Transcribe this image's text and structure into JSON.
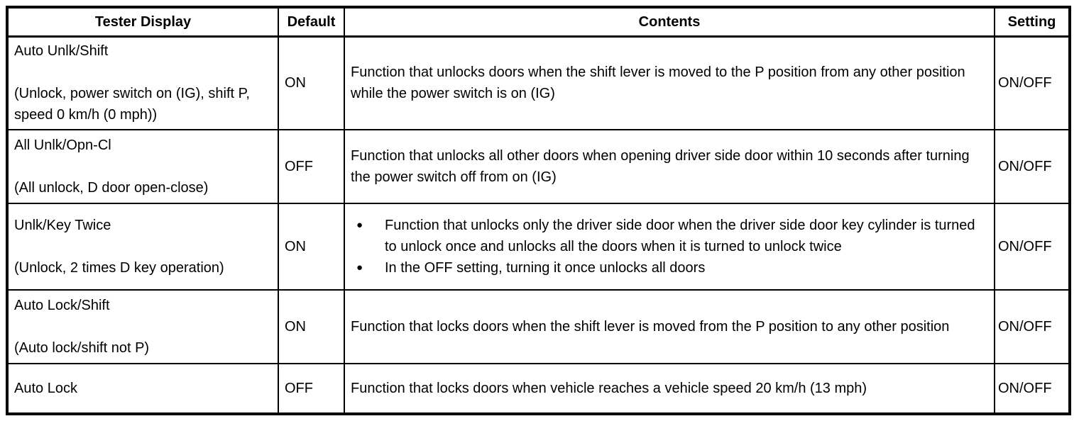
{
  "icons": {
    "bullet_glyph": "●"
  },
  "table": {
    "headers": [
      "Tester Display",
      "Default",
      "Contents",
      "Setting"
    ],
    "rows": [
      {
        "display": "Auto Unlk/Shift",
        "display_note": "(Unlock, power switch on (IG), shift P, speed 0 km/h (0 mph))",
        "default": "ON",
        "contents": "Function that unlocks doors when the shift lever is moved to the P position from any other position while the power switch is on (IG)",
        "setting": "ON/OFF"
      },
      {
        "display": "All Unlk/Opn-Cl",
        "display_note": "(All unlock, D door open-close)",
        "default": "OFF",
        "contents": "Function that unlocks all other doors when opening driver side door within 10 seconds after turning the power switch off from on (IG)",
        "setting": "ON/OFF"
      },
      {
        "display": "Unlk/Key Twice",
        "display_note": "(Unlock, 2 times D key operation)",
        "default": "ON",
        "contents_bullets": [
          "Function that unlocks only the driver side door when the driver side door key cylinder is turned to unlock once and unlocks all the doors when it is turned to unlock twice",
          "In the OFF setting, turning it once unlocks all doors"
        ],
        "setting": "ON/OFF"
      },
      {
        "display": "Auto Lock/Shift",
        "display_note": "(Auto lock/shift not P)",
        "default": "ON",
        "contents": "Function that locks doors when the shift lever is moved from the P position to any other position",
        "setting": "ON/OFF"
      },
      {
        "display": "Auto Lock",
        "default": "OFF",
        "contents": "Function that locks doors when vehicle reaches a vehicle speed 20 km/h (13 mph)",
        "setting": "ON/OFF"
      }
    ]
  }
}
